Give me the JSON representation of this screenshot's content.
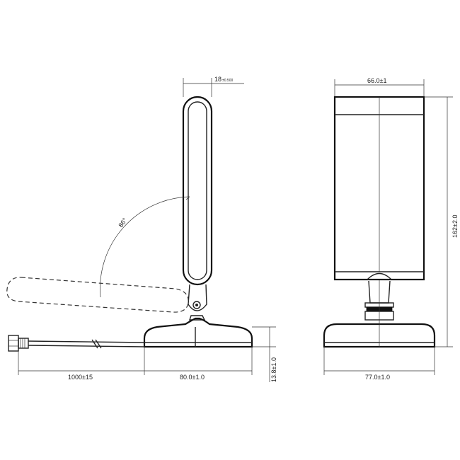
{
  "dimensions": {
    "thickness_main": "18",
    "thickness_tol": "±0.500",
    "width_top": "66.0±1",
    "angle": "86°",
    "height_right": "162±2.0",
    "cable_length": "1000±15",
    "base_length": "80.0±1.0",
    "base_height": "13.8±1.0",
    "base_width": "77.0±1.0"
  }
}
